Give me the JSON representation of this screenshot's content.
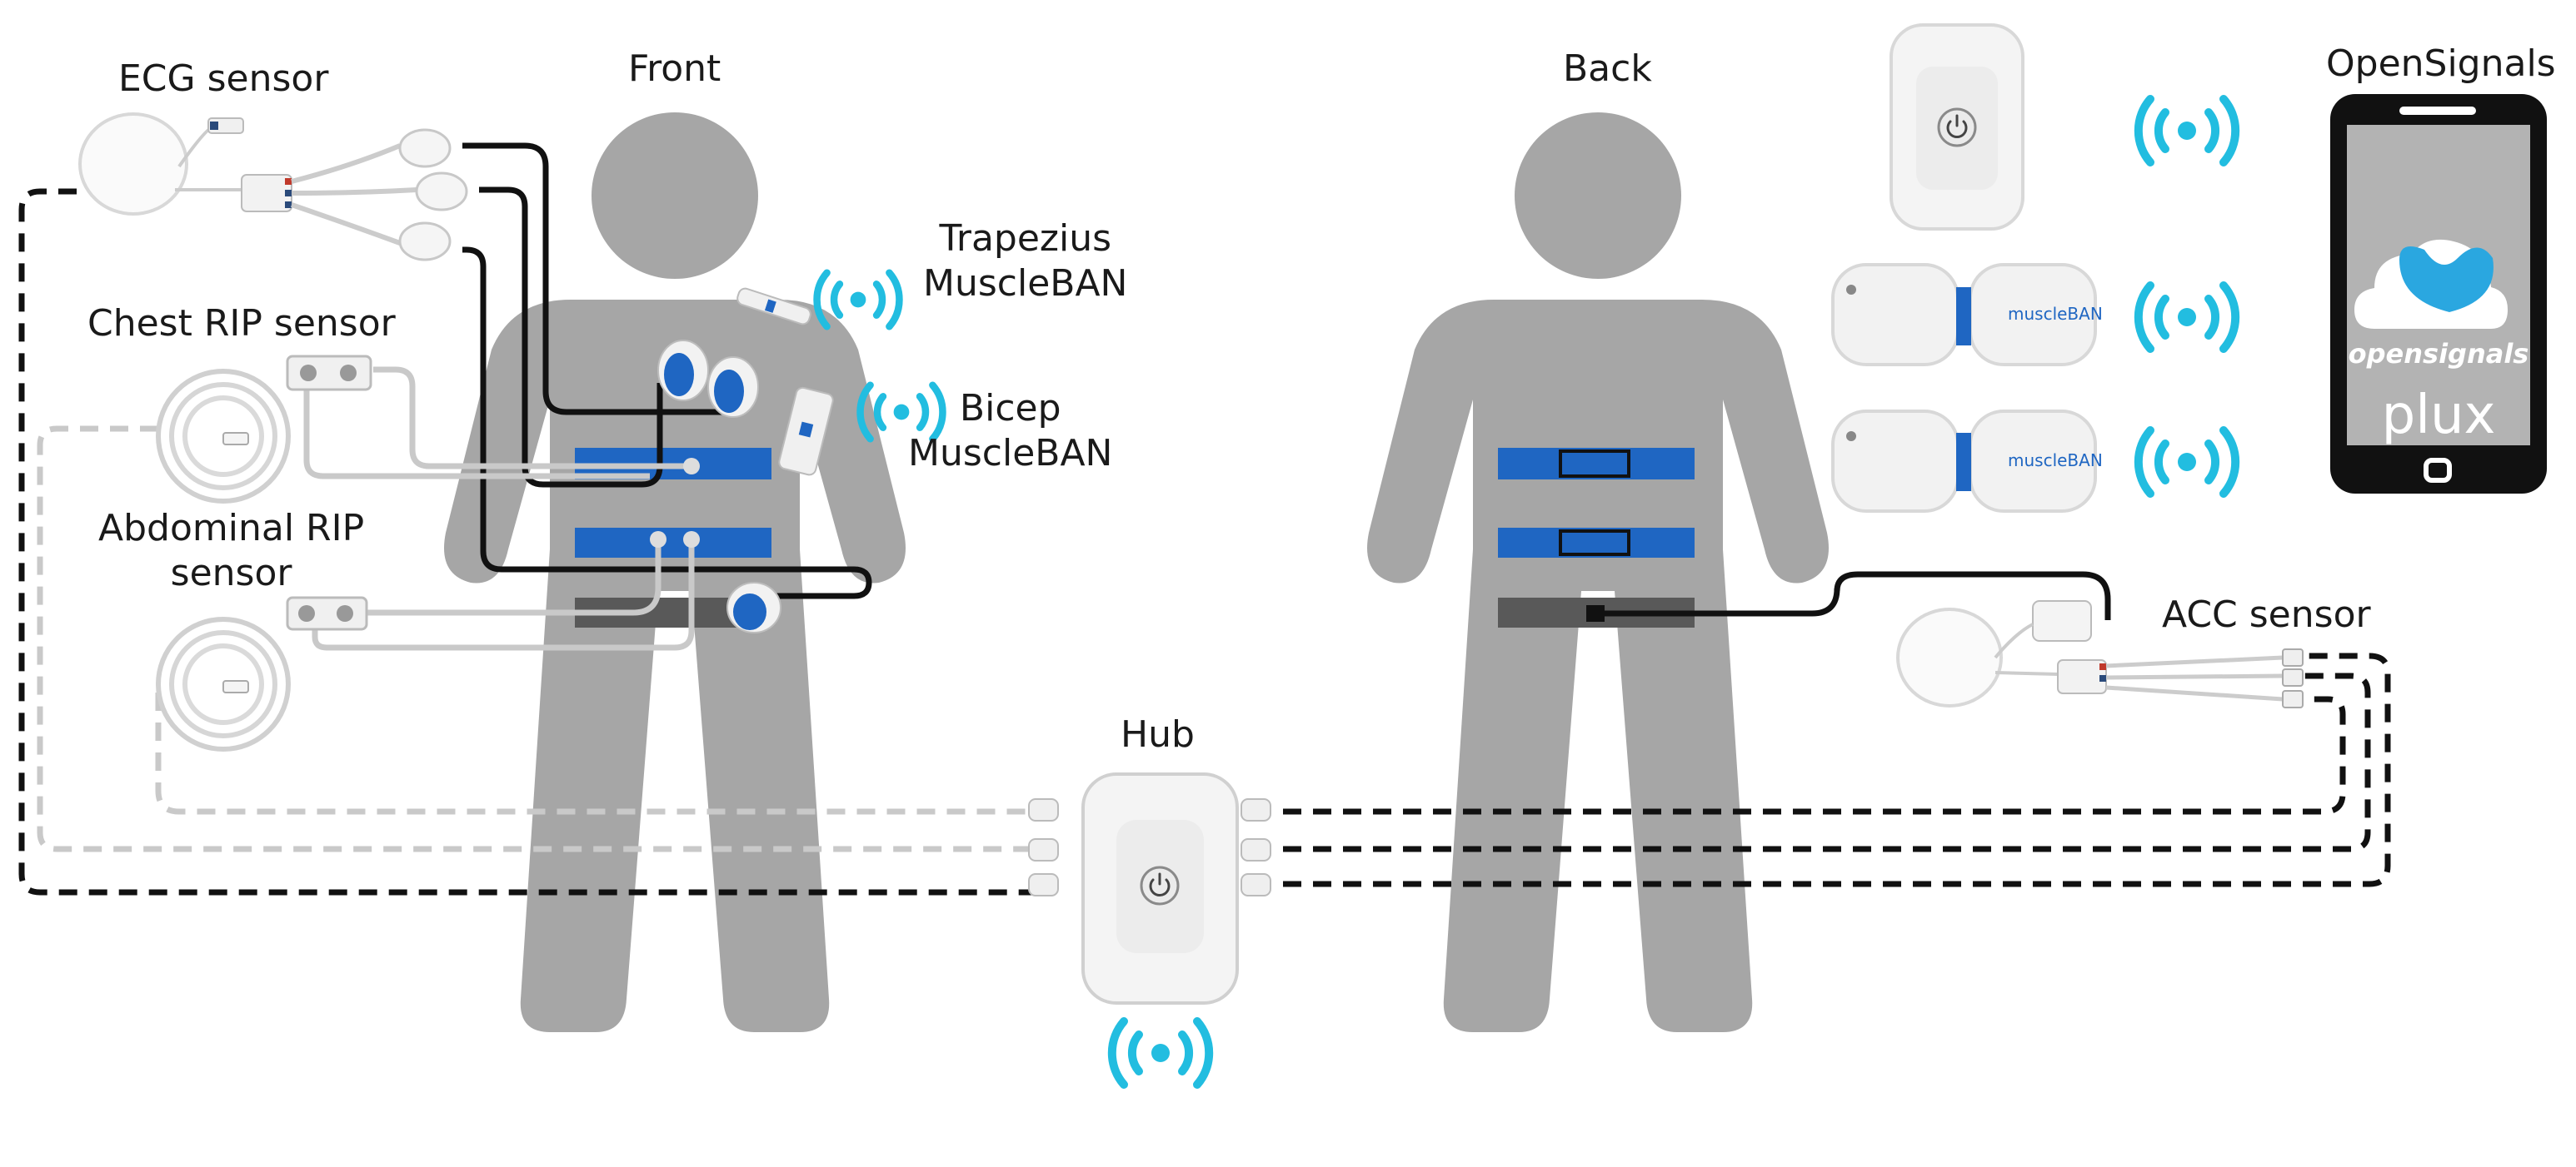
{
  "labels": {
    "ecg_sensor": "ECG sensor",
    "front": "Front",
    "back": "Back",
    "opensignals": "OpenSignals",
    "trapezius_line1": "Trapezius",
    "trapezius_line2": "MuscleBAN",
    "bicep_line1": "Bicep",
    "bicep_line2": "MuscleBAN",
    "chest_rip": "Chest RIP sensor",
    "abdominal_line1": "Abdominal RIP",
    "abdominal_line2": "sensor",
    "hub": "Hub",
    "acc_sensor": "ACC sensor"
  },
  "device_branding": {
    "muscleban": "muscleBAN",
    "app_logo_text": "opensignals",
    "maker_logo_text": "plux"
  },
  "icons": [
    "person-silhouette",
    "power-icon",
    "wireless-signal-icon",
    "phone-icon",
    "cloud-logo-icon"
  ],
  "colors": {
    "silhouette": "#a6a6a6",
    "strap_blue": "#1f66c2",
    "strap_gray": "#595959",
    "wireless": "#22bde0",
    "cable_black": "#111111",
    "cable_gray": "#c9c9c9",
    "device_white": "#f2f2f2",
    "phone_body": "#111111",
    "phone_screen": "#b3b3b3",
    "logo_blue": "#2aa7e0"
  }
}
